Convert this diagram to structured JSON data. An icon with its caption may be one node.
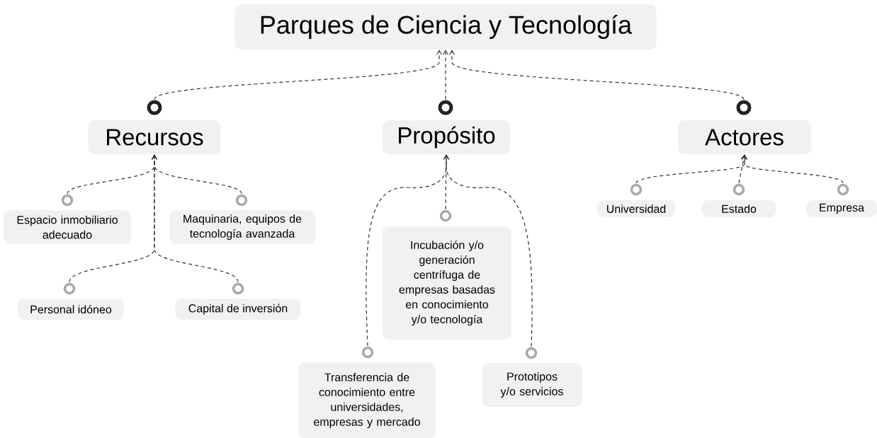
{
  "diagram": {
    "nodes": [
      {
        "text": [
          "Parques de Ciencia y Tecnología"
        ]
      },
      {
        "text": [
          "Recursos"
        ]
      },
      {
        "text": [
          "Propósito"
        ]
      },
      {
        "text": [
          "Actores"
        ]
      },
      {
        "text": [
          "Espacio inmobiliario adecuado"
        ]
      },
      {
        "text": [
          "Maquinaria, equipos de tecnología avanzada"
        ]
      },
      {
        "text": [
          "Personal idóneo"
        ]
      },
      {
        "text": [
          "Capital de inversión"
        ]
      },
      {
        "text": [
          "Incubación y/o generación centrífuga de empresas basadas en conocimiento y/o tecnología"
        ]
      },
      {
        "text": [
          "Transferencia de conocimiento entre universidades, empresas y mercado"
        ]
      },
      {
        "text": [
          "Prototipos y/o servicios"
        ]
      },
      {
        "text": [
          "Universidad"
        ]
      },
      {
        "text": [
          "Estado"
        ]
      },
      {
        "text": [
          "Empresa"
        ]
      }
    ],
    "edges": [
      {
        "from": 1,
        "to": 0,
        "arrow": "to"
      },
      {
        "from": 2,
        "to": 0,
        "arrow": "to"
      },
      {
        "from": 3,
        "to": 0,
        "arrow": "to"
      },
      {
        "from": 4,
        "to": 1,
        "arrow": "to"
      },
      {
        "from": 5,
        "to": 1,
        "arrow": "to"
      },
      {
        "from": 6,
        "to": 1,
        "arrow": "to"
      },
      {
        "from": 7,
        "to": 1,
        "arrow": "to"
      },
      {
        "from": 8,
        "to": 2,
        "arrow": "to"
      },
      {
        "from": 9,
        "to": 2,
        "arrow": "to"
      },
      {
        "from": 10,
        "to": 2,
        "arrow": "to"
      },
      {
        "from": 11,
        "to": 3,
        "arrow": "to"
      },
      {
        "from": 12,
        "to": 3,
        "arrow": "to"
      },
      {
        "from": 13,
        "to": 3,
        "arrow": "to"
      }
    ]
  }
}
